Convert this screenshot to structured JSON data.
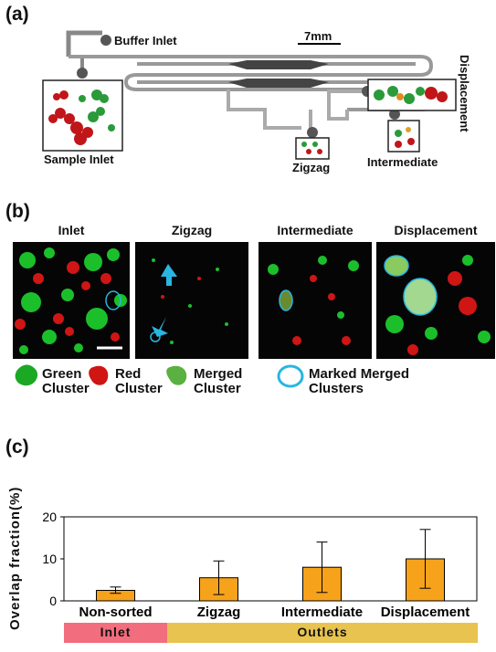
{
  "panel_a": {
    "label": "(a)",
    "buffer_inlet": "Buffer Inlet",
    "scale": "7mm",
    "sample_inlet": "Sample Inlet",
    "zigzag": "Zigzag",
    "intermediate": "Intermediate",
    "displacement": "Displacement"
  },
  "panel_b": {
    "label": "(b)",
    "titles": [
      "Inlet",
      "Zigzag",
      "Intermediate",
      "Displacement"
    ],
    "legend": [
      {
        "line1": "Green",
        "line2": "Cluster"
      },
      {
        "line1": "Red",
        "line2": "Cluster"
      },
      {
        "line1": "Merged",
        "line2": "Cluster"
      },
      {
        "line1": "Marked Merged",
        "line2": "Clusters"
      }
    ],
    "colors": {
      "green": "#22b022",
      "red": "#d11a1a",
      "cyan": "#29b6e0"
    }
  },
  "panel_c": {
    "label": "(c)",
    "inlet_band": "Inlet",
    "outlets_band": "Outlets",
    "band_colors": {
      "inlet": "#f26d7d",
      "outlets": "#e8c34f"
    },
    "bar_color": "#f7a21b"
  },
  "chart_data": {
    "type": "bar",
    "categories": [
      "Non-sorted",
      "Zigzag",
      "Intermediate",
      "Displacement"
    ],
    "values": [
      2.5,
      5.5,
      8,
      10
    ],
    "errors": [
      [
        1.8,
        3.3
      ],
      [
        1.5,
        9.5
      ],
      [
        2,
        14
      ],
      [
        3,
        17
      ]
    ],
    "ylabel": "Overlap fraction(%)",
    "ylim": [
      0,
      20
    ],
    "yticks": [
      "0",
      "10",
      "20"
    ],
    "grid": false
  }
}
